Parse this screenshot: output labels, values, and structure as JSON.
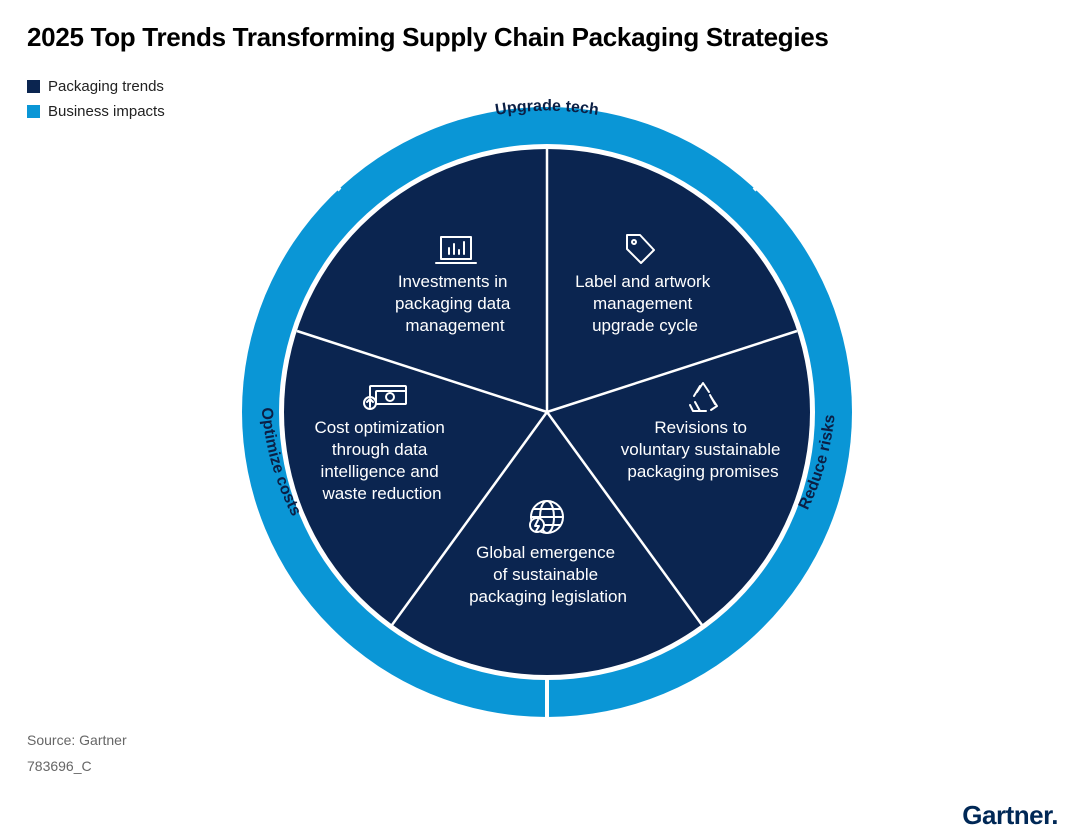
{
  "title": "2025 Top Trends Transforming Supply Chain Packaging Strategies",
  "legend": [
    {
      "label": "Packaging trends",
      "color": "#0b2550"
    },
    {
      "label": "Business impacts",
      "color": "#0a96d6"
    }
  ],
  "ring_labels": {
    "top": "Upgrade tech",
    "left": "Optimize costs",
    "right": "Reduce risks"
  },
  "trends": [
    {
      "lines": [
        "Investments in",
        "packaging data",
        "management"
      ],
      "icon": "bar-chart-icon"
    },
    {
      "lines": [
        "Label and artwork",
        "management",
        "upgrade cycle"
      ],
      "icon": "tag-icon"
    },
    {
      "lines": [
        "Revisions to",
        "voluntary sustainable",
        "packaging promises"
      ],
      "icon": "recycle-icon"
    },
    {
      "lines": [
        "Global emergence",
        "of sustainable",
        "packaging legislation"
      ],
      "icon": "globe-icon"
    },
    {
      "lines": [
        "Cost optimization",
        "through data",
        "intelligence and",
        "waste reduction"
      ],
      "icon": "money-icon"
    }
  ],
  "footer": {
    "source": "Source: Gartner",
    "id": "783696_C"
  },
  "logo": "Gartner."
}
